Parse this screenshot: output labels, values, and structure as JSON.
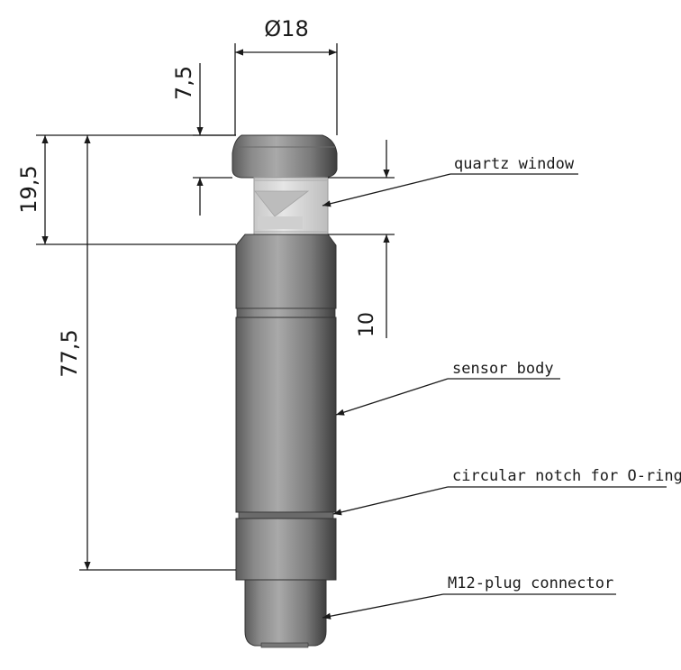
{
  "dimensions": {
    "diameter": "Ø18",
    "cap_height": "7,5",
    "window_height": "19,5",
    "window_opening": "10",
    "overall_length": "77,5"
  },
  "callouts": {
    "quartz_window": "quartz window",
    "sensor_body": "sensor body",
    "notch": "circular notch for O-ring",
    "connector": "M12-plug connector"
  },
  "colors": {
    "body_light": "#a9a9a9",
    "body_dark": "#3e3e3e",
    "line": "#1a1a1a",
    "window": "#d8d8d8"
  }
}
